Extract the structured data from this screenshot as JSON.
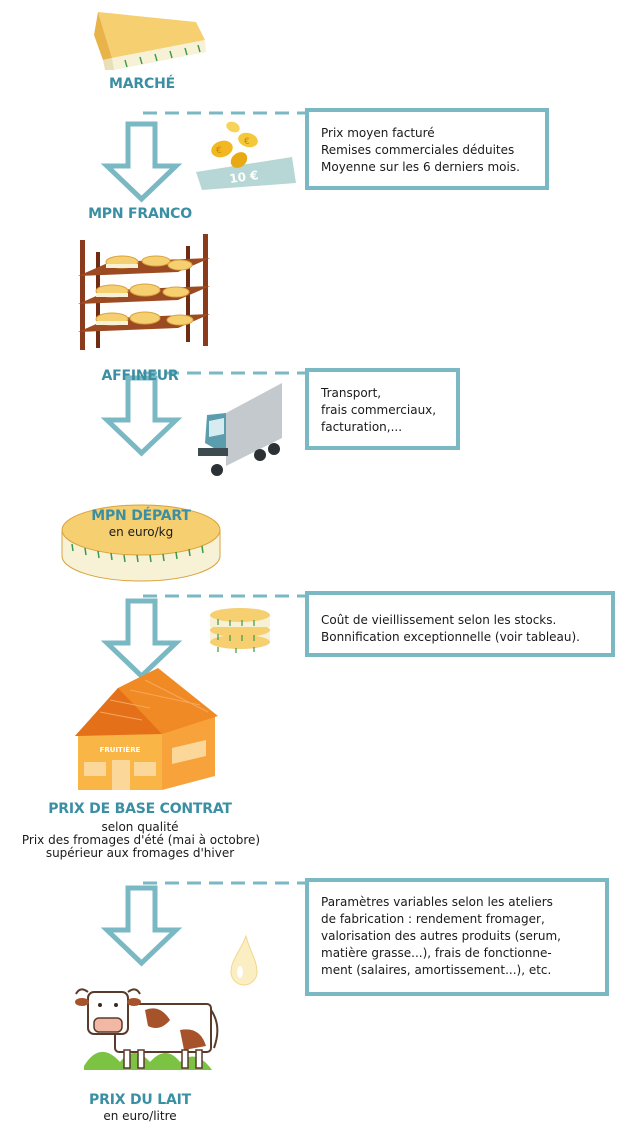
{
  "stages": {
    "marche": {
      "label": "MARCHÉ"
    },
    "mpn_franco": {
      "label": "MPN FRANCO"
    },
    "affineur": {
      "label": "AFFINEUR"
    },
    "mpn_depart": {
      "label": "MPN DÉPART",
      "sub": "en euro/kg"
    },
    "prix_base": {
      "label": "PRIX DE BASE CONTRAT",
      "sub": [
        "selon qualité",
        "Prix des fromages d'été (mai à octobre)",
        "supérieur aux fromages d'hiver"
      ]
    },
    "prix_lait": {
      "label": "PRIX DU LAIT",
      "sub": "en euro/litre"
    }
  },
  "notes": [
    {
      "lines": [
        "Prix moyen facturé",
        "Remises commerciales déduites",
        "Moyenne sur les 6 derniers mois."
      ]
    },
    {
      "lines": [
        "Transport,",
        "frais commerciaux,",
        "facturation,..."
      ]
    },
    {
      "lines": [
        "Coût de vieillissement selon les stocks.",
        "Bonnification exceptionnelle (voir tableau)."
      ]
    },
    {
      "lines": [
        "Paramètres variables selon les ateliers",
        "de fabrication : rendement fromager,",
        "valorisation des autres produits (serum,",
        "matière grasse...), frais de fonctionne-",
        "ment (salaires, amortissement...), etc."
      ]
    }
  ],
  "illustrations": {
    "fruitiere_sign": "FRUITIÈRE",
    "banknote": "10 €",
    "icons": [
      "cheese-wedge-icon",
      "coins-banknote-icon",
      "aging-shelves-icon",
      "truck-icon",
      "cheese-wheel-icon",
      "coin-stack-icon",
      "fruitiere-building-icon",
      "milk-drop-icon",
      "cow-icon"
    ]
  },
  "colors": {
    "accent_blue": "#3b8fa3",
    "box_border": "#7ab9c4",
    "arrow_stroke": "#7ab9c4",
    "cheese_yellow": "#f4c25a",
    "wood_brown": "#8b3a1c",
    "orange_roof": "#f08a24",
    "grass_green": "#7cc243"
  }
}
